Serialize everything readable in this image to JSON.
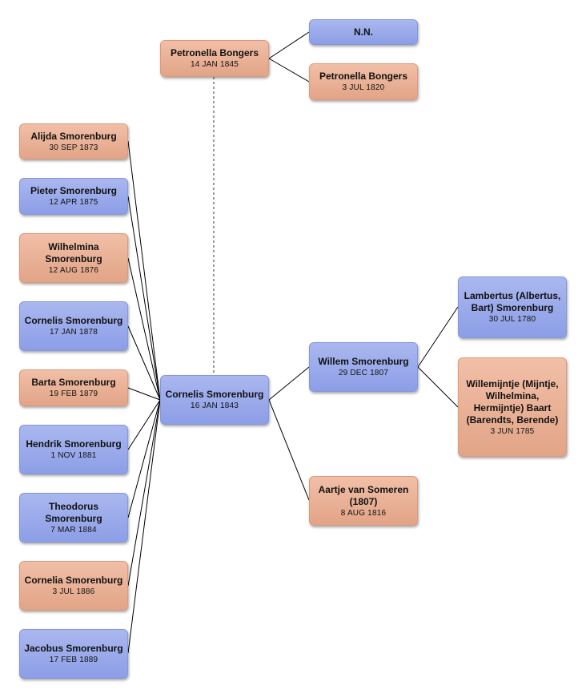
{
  "spouse": {
    "name": "Petronella Bongers",
    "date": "14 JAN 1845"
  },
  "spouse_father": {
    "name": "N.N.",
    "date": ""
  },
  "spouse_mother": {
    "name": "Petronella Bongers",
    "date": "3 JUL 1820"
  },
  "root": {
    "name": "Cornelis Smorenburg",
    "date": "16 JAN 1843"
  },
  "father": {
    "name": "Willem Smorenburg",
    "date": "29 DEC 1807"
  },
  "mother": {
    "name": "Aartje van Someren   (1807)",
    "date": "8 AUG 1816"
  },
  "grandfather": {
    "name": "Lambertus (Albertus, Bart) Smorenburg",
    "date": "30 JUL 1780"
  },
  "grandmother": {
    "name": "Willemijntje (Mijntje, Wilhelmina, Hermijntje) Baart (Barendts, Berende)",
    "date": "3 JUN 1785"
  },
  "children": [
    {
      "name": "Alijda Smorenburg",
      "date": "30 SEP 1873"
    },
    {
      "name": "Pieter Smorenburg",
      "date": "12 APR 1875"
    },
    {
      "name": "Wilhelmina Smorenburg",
      "date": "12 AUG 1876"
    },
    {
      "name": "Cornelis Smorenburg",
      "date": "17 JAN 1878"
    },
    {
      "name": "Barta Smorenburg",
      "date": "19 FEB 1879"
    },
    {
      "name": "Hendrik Smorenburg",
      "date": "1 NOV 1881"
    },
    {
      "name": "Theodorus Smorenburg",
      "date": "7 MAR 1884"
    },
    {
      "name": "Cornelia Smorenburg",
      "date": "3 JUL 1886"
    },
    {
      "name": "Jacobus Smorenburg",
      "date": "17 FEB 1889"
    }
  ],
  "colors": {
    "male": "#9aaaeb",
    "female": "#eab296",
    "line": "#000000"
  }
}
